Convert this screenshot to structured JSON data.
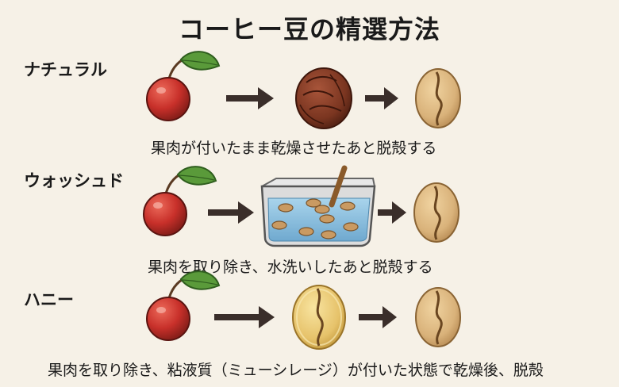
{
  "title": "コーヒー豆の精選方法",
  "methods": [
    {
      "name": "ナチュラル",
      "description": "果肉が付いたまま乾燥させたあと脱殻する",
      "steps": [
        "cherry-icon",
        "dried-cherry-icon",
        "green-bean-icon"
      ]
    },
    {
      "name": "ウォッシュド",
      "description": "果肉を取り除き、水洗いしたあと脱殻する",
      "steps": [
        "cherry-icon",
        "washing-tank-icon",
        "green-bean-icon"
      ]
    },
    {
      "name": "ハニー",
      "description": "果肉を取り除き、粘液質（ミューシレージ）が付いた状態で乾燥後、脱殻",
      "steps": [
        "cherry-icon",
        "honey-bean-icon",
        "green-bean-icon"
      ]
    }
  ],
  "colors": {
    "background": "#f6f1e7",
    "cherry": "#c8302a",
    "leaf": "#5a9a3a",
    "dried_cherry": "#7a3520",
    "bean": "#d9b27a",
    "honey_bean": "#e6c26a",
    "water": "#8fc3e0",
    "arrow": "#3a2e2a"
  }
}
